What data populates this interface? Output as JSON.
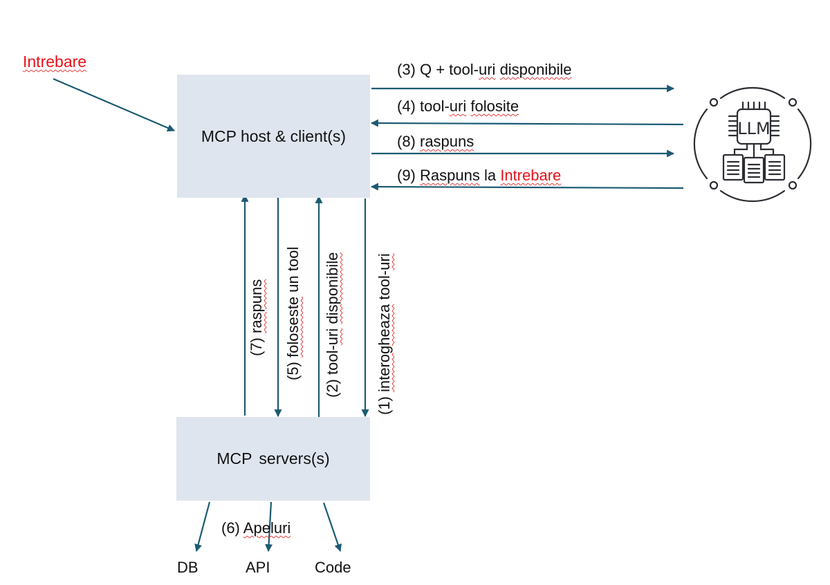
{
  "nodes": {
    "host": "MCP host & client(s)",
    "servers": "MCP  servers(s)",
    "llm": "LLM",
    "targets": [
      "DB",
      "API",
      "Code"
    ]
  },
  "question_label": "Intrebare",
  "top_messages": {
    "m3": {
      "prefix": "(3) Q + tool-",
      "sq1": "uri",
      "mid": " ",
      "sq2": "disponibile"
    },
    "m4": {
      "prefix": "(4) tool-",
      "sq1": "uri",
      "mid": " ",
      "sq2": "folosite"
    },
    "m8": {
      "prefix": "(8) ",
      "sq1": "raspuns"
    },
    "m9": {
      "prefix": "(9) ",
      "sq1": "Raspuns",
      "mid": " la ",
      "red": "Intrebare"
    }
  },
  "vertical_messages": {
    "m7": {
      "prefix": "(7) ",
      "sq1": "raspuns"
    },
    "m5": {
      "prefix": "(5) ",
      "sq1": "foloseste",
      "mid": " un tool"
    },
    "m2": {
      "prefix": "(2) tool-",
      "sq1": "uri",
      "mid": " ",
      "sq2": "disponibile"
    },
    "m1": {
      "prefix": "(1) ",
      "sq1": "interogheaza",
      "mid": " tool-",
      "sq2": "uri"
    }
  },
  "calls_label": {
    "prefix": "(6) ",
    "sq1": "Apeluri"
  },
  "colors": {
    "arrow": "#1b5a72",
    "box": "#dfe5ee",
    "highlight": "#e8111a"
  }
}
